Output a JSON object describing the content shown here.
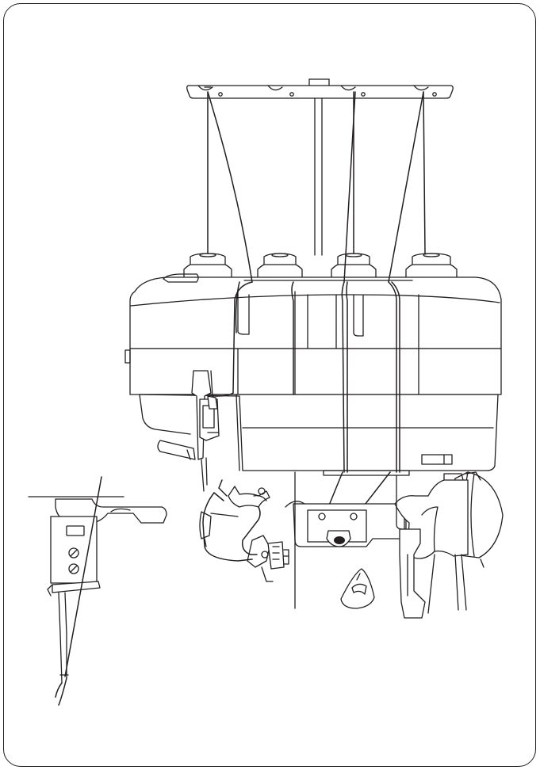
{
  "figure": {
    "subject": "serger-threading-illustration",
    "colors": {
      "line": "#231f20",
      "paper": "#ffffff"
    },
    "parts": [
      "thread-stand-bar",
      "thread-spools",
      "machine-upper-cover",
      "thread-guides",
      "needle-clamp",
      "looper",
      "presser-foot-lever",
      "handwheel",
      "needle-threading-inset"
    ]
  }
}
